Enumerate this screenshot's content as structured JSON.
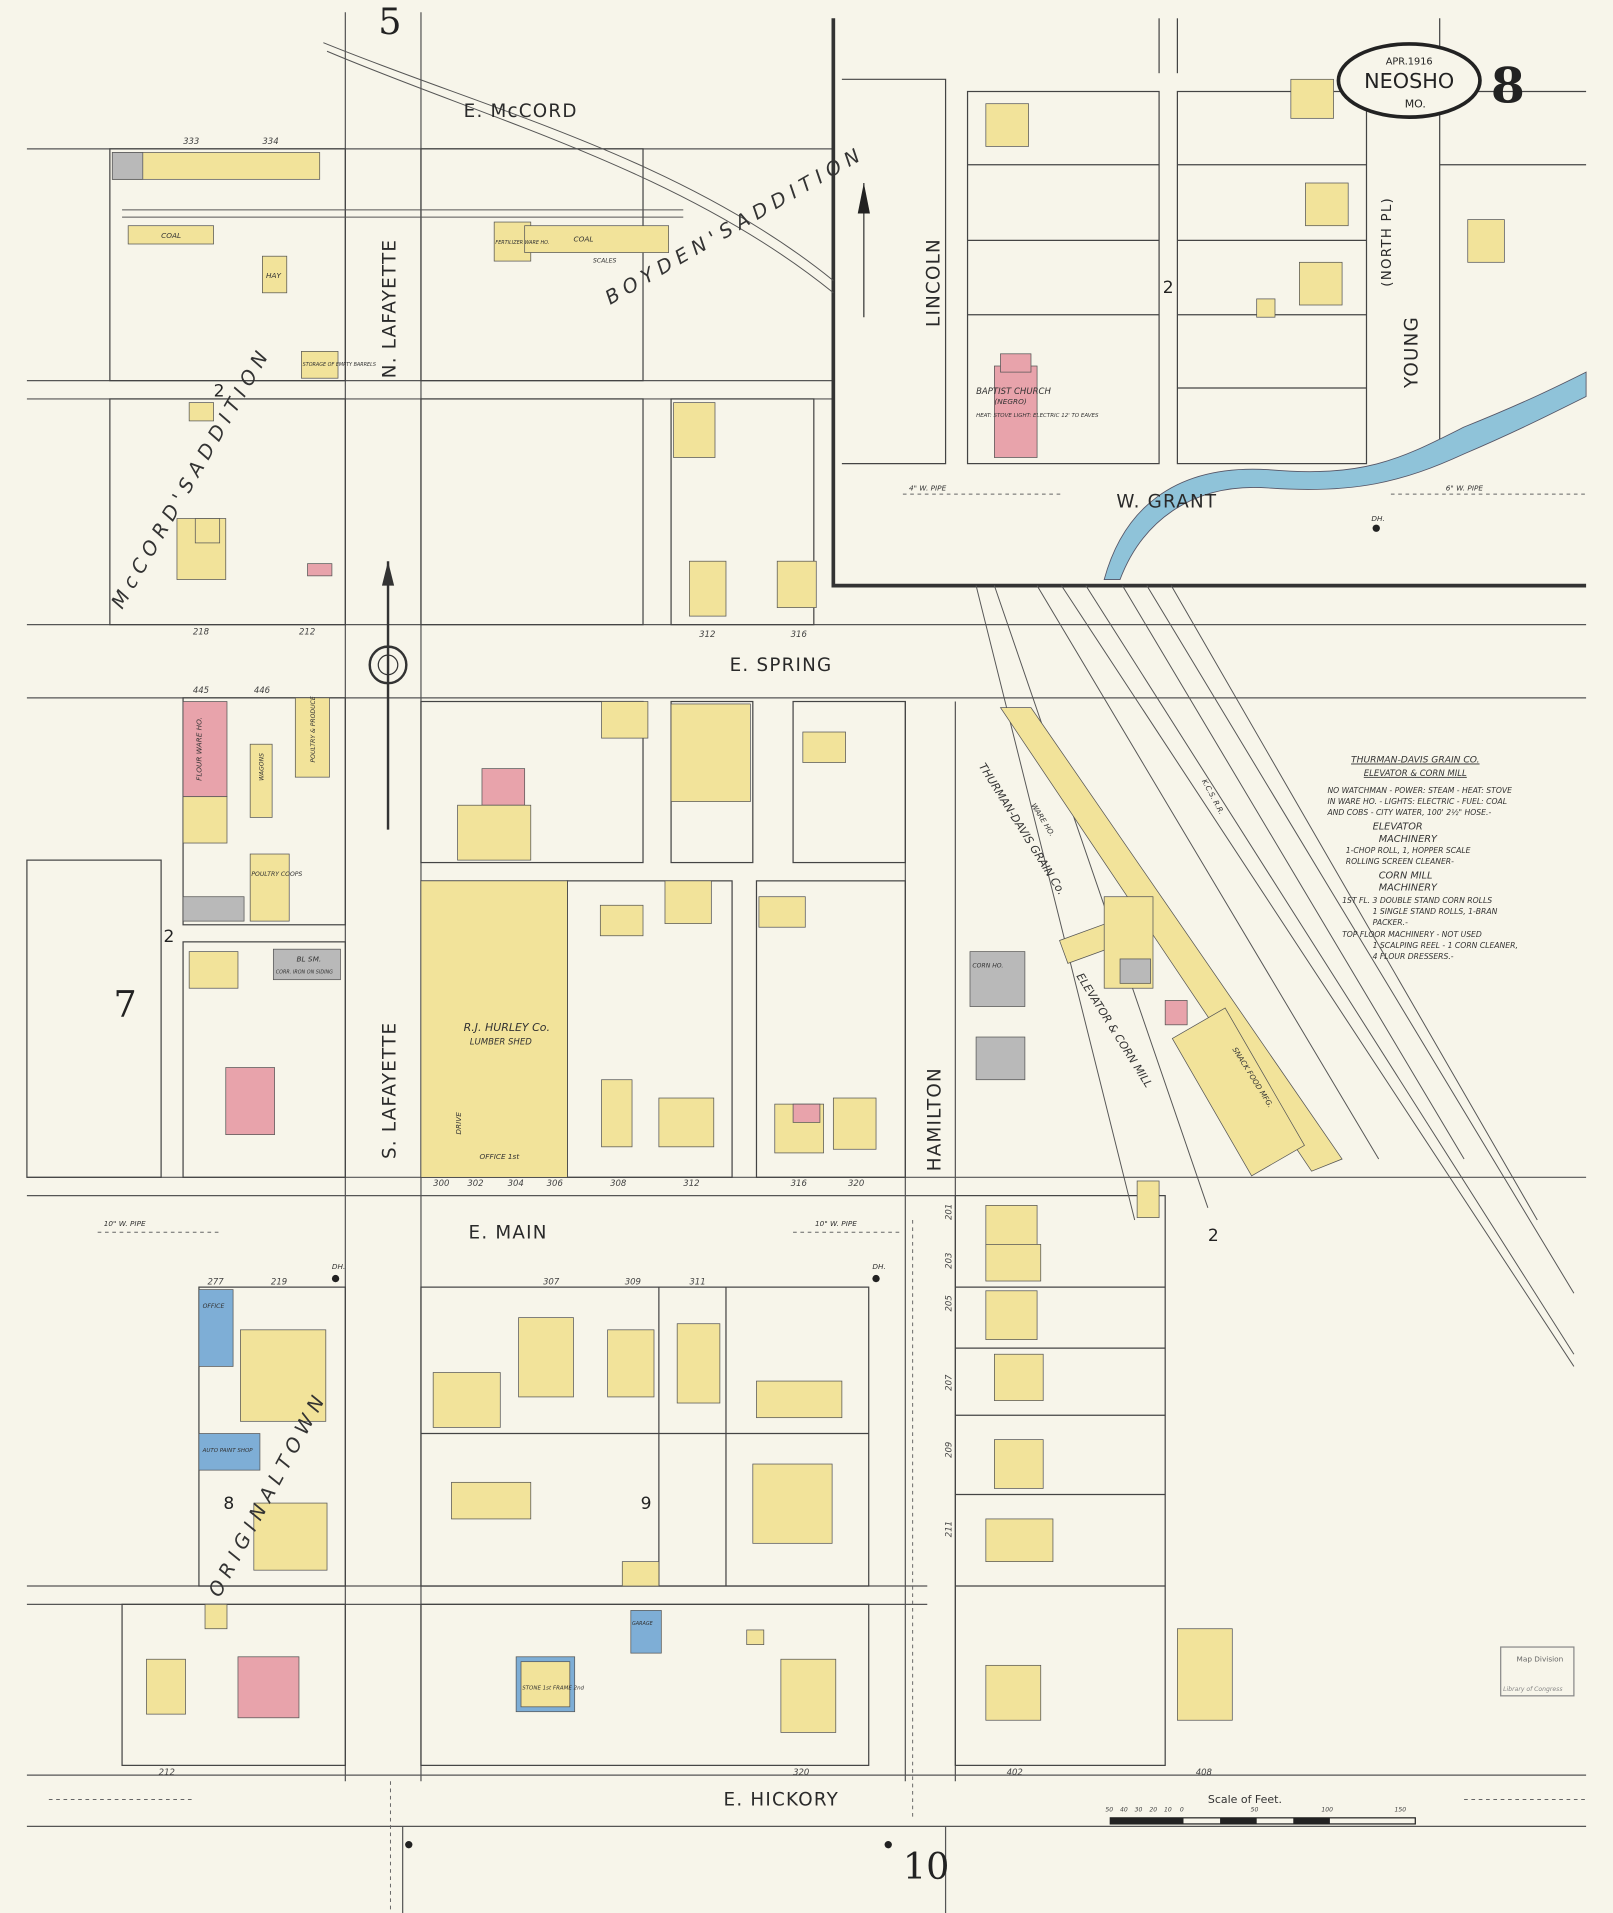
{
  "title": {
    "date": "APR.1916",
    "city": "NEOSHO",
    "state": "MO.",
    "sheet_number": "8"
  },
  "adjoining_sheets": {
    "top": "5",
    "left": "7",
    "bottom": "10"
  },
  "streets": {
    "mccord": "E. McCORD",
    "n_lafayette": "N. LAFAYETTE",
    "s_lafayette": "S. LAFAYETTE",
    "spring": "E. SPRING",
    "main": "E. MAIN",
    "hickory": "E. HICKORY",
    "hamilton": "HAMILTON",
    "lincoln": "LINCOLN",
    "young": "YOUNG",
    "north_pl": "(NORTH PL)",
    "grant": "W. GRANT"
  },
  "additions": {
    "mccords": "M c C O R D ' S   A D D I T I O N",
    "boydens": "B O Y D E N ' S   A D D I T I O N",
    "original_town": "O R I G I N A L   T O W N"
  },
  "blocks": {
    "b2a": "2",
    "b2b": "2",
    "b2c": "2",
    "b2d": "2",
    "b8": "8",
    "b9": "9"
  },
  "buildings": {
    "hurley": "R.J. HURLEY Co.",
    "hurley_sub": "LUMBER SHED",
    "drive": "DRIVE",
    "office": "OFFICE 1st",
    "church": "BAPTIST CHURCH",
    "church_sub": "(NEGRO)",
    "church_notes": "HEAT: STOVE  LIGHT: ELECTRIC  12' TO EAVES",
    "coal": "COAL",
    "hay": "HAY",
    "storage": "STORAGE OF EMPTY BARRELS",
    "fertilizer": "FERTILIZER WARE HO.",
    "scales": "SCALES",
    "flour": "FLOUR WARE HO.",
    "poultry_produce": "POULTRY & PRODUCE",
    "wagons": "WAGONS",
    "poultry_coops": "POULTRY COOPS",
    "bl_sm": "BL SM.",
    "coal_iron": "CORR. IRON ON SIDING",
    "office_blue": "OFFICE",
    "auto": "AUTO PAINT SHOP",
    "stone": "STONE 1st FRAME 2nd",
    "garage": "GARAGE",
    "grain_co": "THURMAN-DAVIS GRAIN Co.",
    "elevator_mill": "ELEVATOR & CORN MILL",
    "ware_ho": "WARE HO.",
    "snack": "SNACK FOOD MFG.",
    "corn_ho": "CORN HO.",
    "kcs": "K.C.S. R.R."
  },
  "grain_note": {
    "title": "THURMAN-DAVIS GRAIN CO.",
    "subtitle": "ELEVATOR & CORN MILL",
    "lines": [
      "NO WATCHMAN - POWER: STEAM - HEAT: STOVE",
      "IN WARE HO. - LIGHTS: ELECTRIC - FUEL: COAL",
      "AND COBS - CITY WATER, 100' 2½\" HOSE.-",
      "ELEVATOR",
      "MACHINERY",
      "1-CHOP ROLL, 1, HOPPER SCALE",
      "ROLLING SCREEN CLEANER-",
      "CORN MILL",
      "MACHINERY",
      "1ST FL. 3 DOUBLE STAND CORN ROLLS",
      "1 SINGLE STAND ROLLS, 1-BRAN",
      "PACKER.-",
      "TOP FLOOR MACHINERY - NOT USED",
      "1 SCALPING REEL - 1 CORN CLEANER,",
      "4 FLOUR DRESSERS.-"
    ]
  },
  "pipes": {
    "p10a": "10\" W. PIPE",
    "p10b": "10\" W. PIPE",
    "p4": "4\" W. PIPE",
    "p6": "6\" W. PIPE",
    "dh": "DH."
  },
  "house_numbers": [
    "333",
    "334",
    "218",
    "212",
    "446",
    "445",
    "316",
    "312",
    "300",
    "302",
    "304",
    "306",
    "308",
    "312",
    "316",
    "320",
    "277",
    "219",
    "307",
    "309",
    "311",
    "402",
    "408",
    "320",
    "212",
    "201",
    "203",
    "205",
    "207",
    "209",
    "211"
  ],
  "scale": {
    "label": "Scale of Feet.",
    "ticks": [
      "50",
      "40",
      "30",
      "20",
      "10",
      "0",
      "50",
      "100",
      "150"
    ]
  },
  "stamp": {
    "line1": "Map Division",
    "line2": "Library of Congress"
  },
  "colors": {
    "paper": "#f7f5ea",
    "frame": "#f2e39a",
    "brick": "#e8a3ab",
    "stone": "#7eaed6",
    "iron": "#b9b9b9",
    "creek": "#8fc3d9"
  }
}
